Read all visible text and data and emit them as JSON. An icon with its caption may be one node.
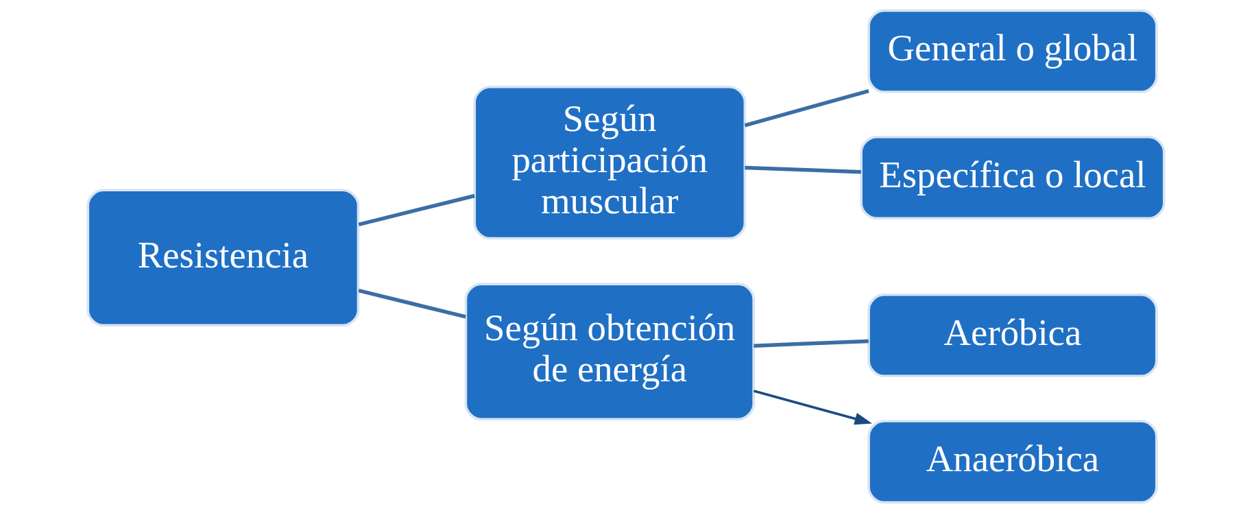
{
  "diagram": {
    "nodes": [
      {
        "text": [
          "Resistencia"
        ]
      },
      {
        "text": [
          "Según participación muscular"
        ]
      },
      {
        "text": [
          "Según obtención de energía"
        ]
      },
      {
        "text": [
          "General o global"
        ]
      },
      {
        "text": [
          "Específica o local"
        ]
      },
      {
        "text": [
          "Aeróbica"
        ]
      },
      {
        "text": [
          "Anaeróbica"
        ]
      }
    ],
    "edges": [
      {
        "from": 0,
        "to": 1,
        "arrow": "none"
      },
      {
        "from": 0,
        "to": 2,
        "arrow": "none"
      },
      {
        "from": 1,
        "to": 3,
        "arrow": "none"
      },
      {
        "from": 1,
        "to": 4,
        "arrow": "none"
      },
      {
        "from": 2,
        "to": 5,
        "arrow": "none"
      },
      {
        "from": 2,
        "to": 6,
        "arrow": "to",
        "color": "#1b4a82"
      }
    ]
  }
}
